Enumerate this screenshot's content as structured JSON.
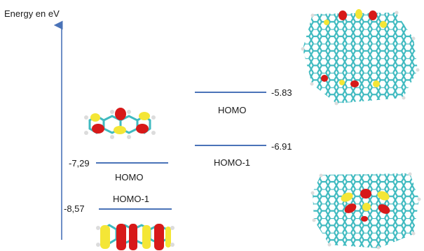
{
  "axis": {
    "label": "Energy en eV"
  },
  "colors": {
    "axis": "#4a73b8",
    "level": "#4a73b8",
    "bond": "#3fbac0",
    "hydrogen": "#dcdcdc",
    "orbital_red": "#d71919",
    "orbital_yellow": "#f4e636"
  },
  "small_molecule": {
    "levels": [
      {
        "name": "HOMO",
        "energy": "-7,29",
        "value": -7.29
      },
      {
        "name": "HOMO-1",
        "energy": "-8,57",
        "value": -8.57
      }
    ]
  },
  "large_molecule": {
    "levels": [
      {
        "name": "HOMO",
        "energy": "-5.83",
        "value": -5.83
      },
      {
        "name": "HOMO-1",
        "energy": "-6.91",
        "value": -6.91
      }
    ]
  }
}
